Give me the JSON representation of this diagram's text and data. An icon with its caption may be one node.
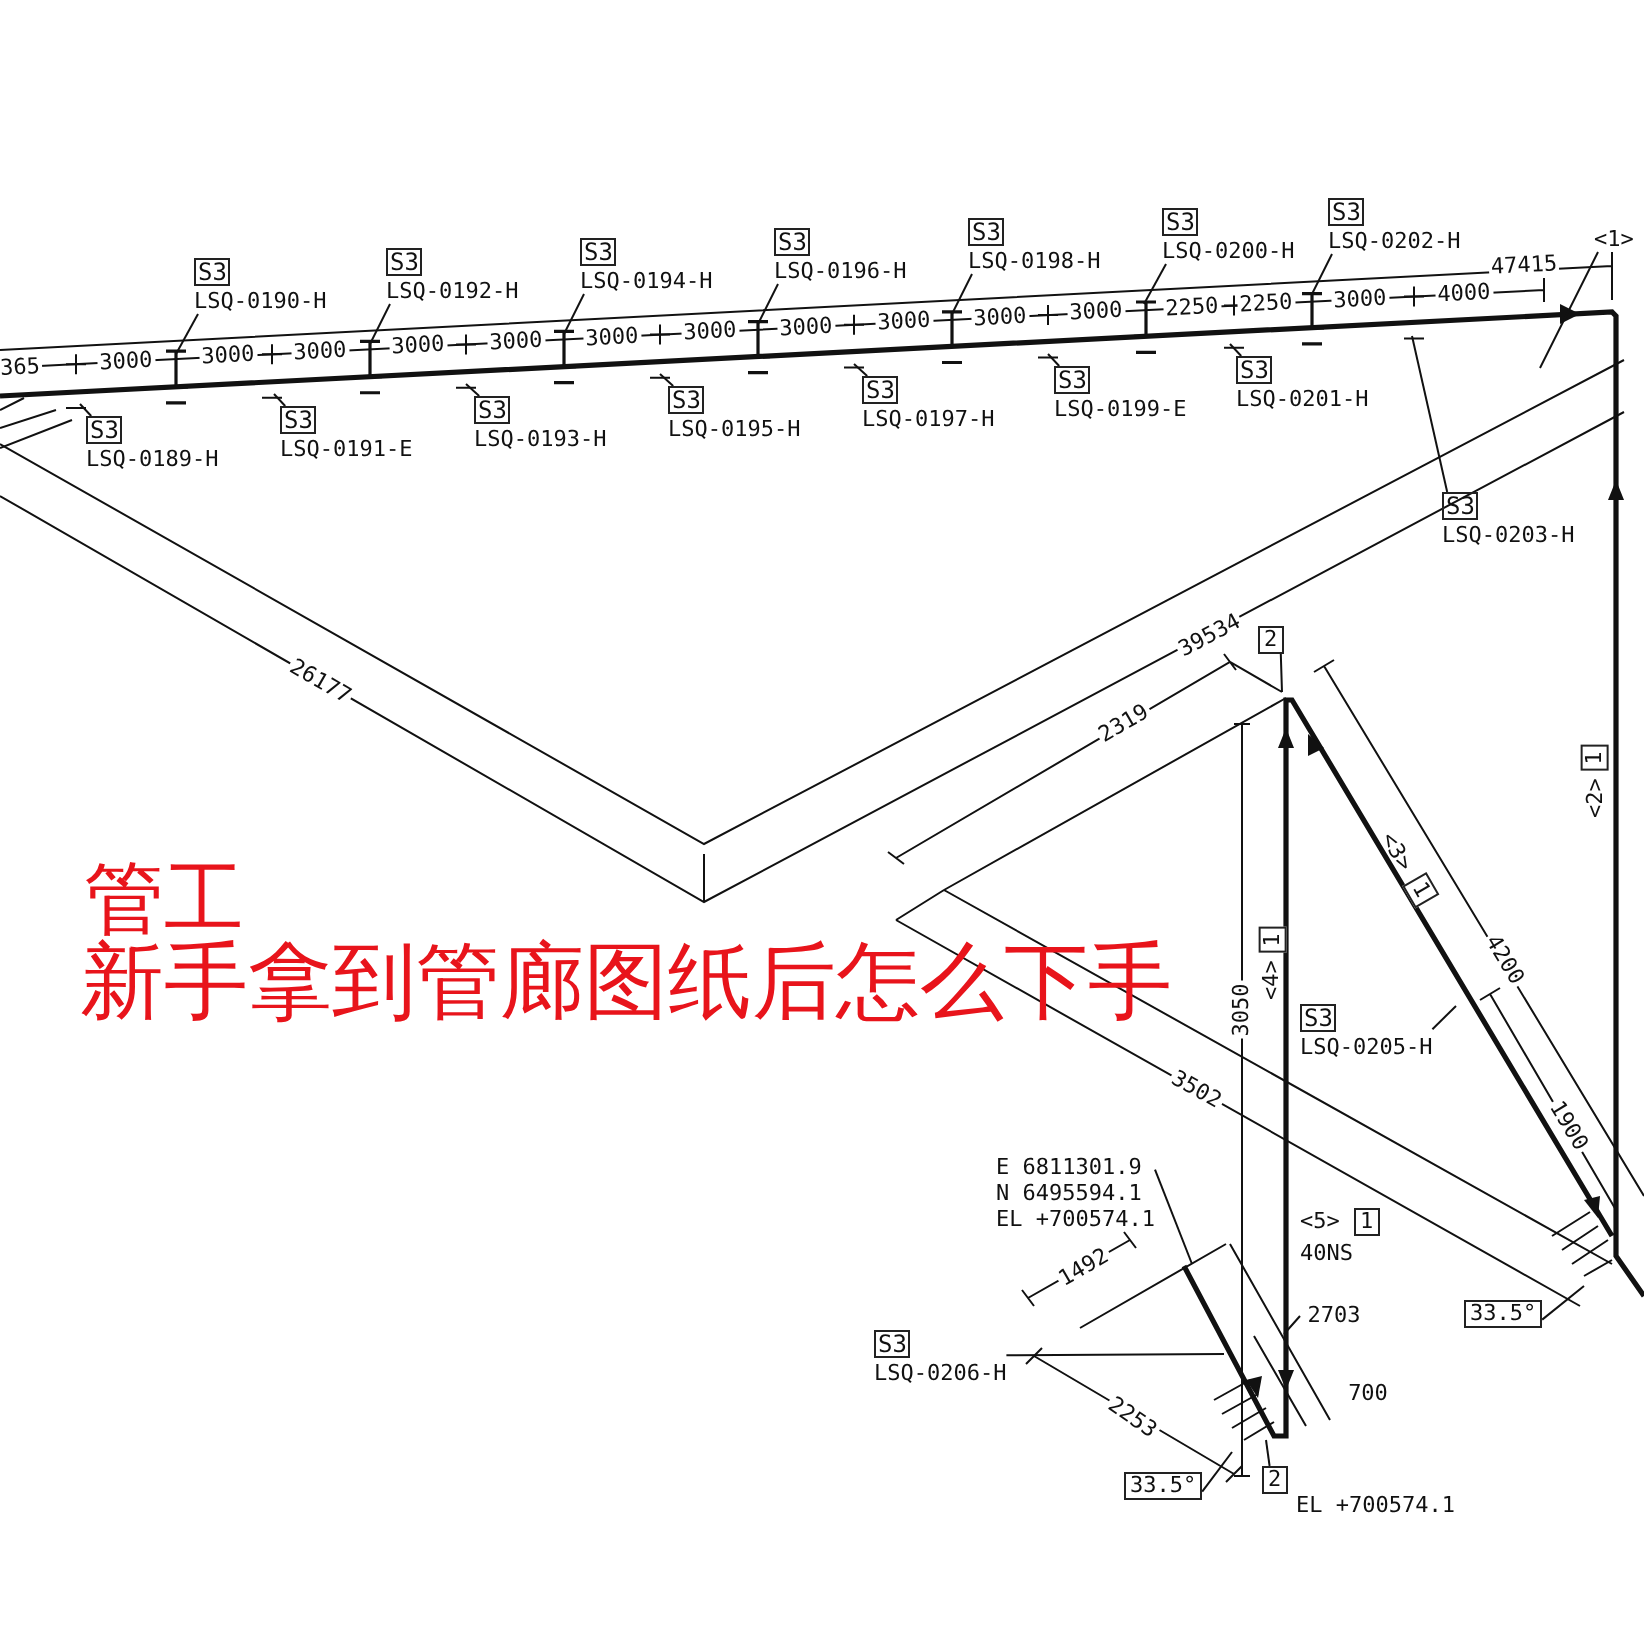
{
  "diagram": {
    "nodes": [
      {
        "text": [
          "S3",
          "LSQ-0190-H"
        ]
      },
      {
        "text": [
          "S3",
          "LSQ-0192-H"
        ]
      },
      {
        "text": [
          "S3",
          "LSQ-0194-H"
        ]
      },
      {
        "text": [
          "S3",
          "LSQ-0196-H"
        ]
      },
      {
        "text": [
          "S3",
          "LSQ-0198-H"
        ]
      },
      {
        "text": [
          "S3",
          "LSQ-0200-H"
        ]
      },
      {
        "text": [
          "S3",
          "LSQ-0202-H"
        ]
      },
      {
        "text": [
          "<1>"
        ]
      },
      {
        "text": [
          "S3",
          "LSQ-0189-H"
        ]
      },
      {
        "text": [
          "S3",
          "LSQ-0191-E"
        ]
      },
      {
        "text": [
          "S3",
          "LSQ-0193-H"
        ]
      },
      {
        "text": [
          "S3",
          "LSQ-0195-H"
        ]
      },
      {
        "text": [
          "S3",
          "LSQ-0197-H"
        ]
      },
      {
        "text": [
          "S3",
          "LSQ-0199-E"
        ]
      },
      {
        "text": [
          "S3",
          "LSQ-0201-H"
        ]
      },
      {
        "text": [
          "S3",
          "LSQ-0203-H"
        ]
      },
      {
        "text": [
          "2"
        ]
      },
      {
        "text": [
          "1"
        ],
        "beside": [
          "<2>"
        ]
      },
      {
        "text": [
          "1"
        ],
        "beside": [
          "<3>"
        ]
      },
      {
        "text": [
          "1"
        ],
        "beside": [
          "<4>"
        ]
      },
      {
        "text": [
          "S3",
          "LSQ-0205-H"
        ]
      },
      {
        "text": [
          "E 6811301.9",
          "N 6495594.1",
          "EL +700574.1"
        ]
      },
      {
        "text": [
          "1"
        ],
        "beside": [
          "<5>",
          "40NS"
        ]
      },
      {
        "text": [
          "33.5°"
        ]
      },
      {
        "text": [
          "S3",
          "LSQ-0206-H"
        ]
      },
      {
        "text": [
          "33.5°"
        ]
      },
      {
        "text": [
          "2"
        ],
        "beside": [
          "EL +700574.1"
        ]
      }
    ],
    "edges": [
      {
        "from": 0,
        "to": null,
        "arrow": "none"
      },
      {
        "from": 1,
        "to": null,
        "arrow": "none"
      },
      {
        "from": 2,
        "to": null,
        "arrow": "none"
      },
      {
        "from": 3,
        "to": null,
        "arrow": "none"
      },
      {
        "from": 4,
        "to": null,
        "arrow": "none"
      },
      {
        "from": 5,
        "to": null,
        "arrow": "none"
      },
      {
        "from": 6,
        "to": null,
        "arrow": "none"
      },
      {
        "from": 7,
        "to": null,
        "arrow": "none"
      },
      {
        "from": 8,
        "to": null,
        "arrow": "none"
      },
      {
        "from": 9,
        "to": null,
        "arrow": "none"
      },
      {
        "from": 10,
        "to": null,
        "arrow": "none"
      },
      {
        "from": 11,
        "to": null,
        "arrow": "none"
      },
      {
        "from": 12,
        "to": null,
        "arrow": "none"
      },
      {
        "from": 13,
        "to": null,
        "arrow": "none"
      },
      {
        "from": 14,
        "to": null,
        "arrow": "none"
      },
      {
        "from": 15,
        "to": null,
        "arrow": "none"
      },
      {
        "from": 16,
        "to": null,
        "arrow": "none"
      },
      {
        "from": 20,
        "to": null,
        "arrow": "none"
      },
      {
        "from": 21,
        "to": null,
        "arrow": "none"
      },
      {
        "from": 23,
        "to": null,
        "arrow": "none"
      },
      {
        "from": 24,
        "to": null,
        "arrow": "none"
      },
      {
        "from": 25,
        "to": null,
        "arrow": "none"
      },
      {
        "from": 26,
        "to": null,
        "arrow": "none"
      }
    ],
    "labels": [
      "47415",
      "365",
      "3000",
      "3000",
      "3000",
      "3000",
      "3000",
      "3000",
      "3000",
      "3000",
      "3000",
      "3000",
      "3000",
      "2250",
      "2250",
      "3000",
      "4000",
      "26177",
      "39534",
      "2319",
      "管工",
      "3050",
      "新手拿到管廊图纸后怎么下手",
      "4200",
      "3502",
      "1900",
      "2703",
      "1492",
      "700",
      "2253"
    ]
  }
}
